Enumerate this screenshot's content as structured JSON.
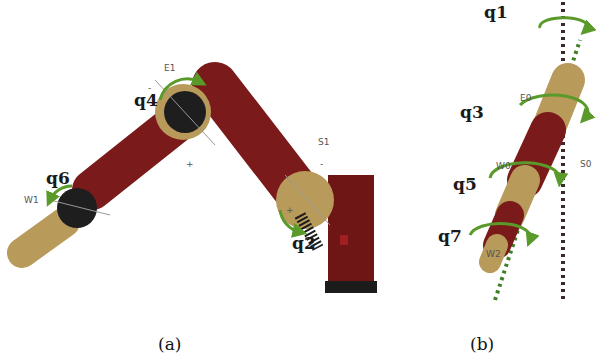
{
  "diagram": {
    "labels": [
      "E1",
      "q4",
      "-",
      "+",
      "q6",
      "W1",
      "S1",
      "-",
      "+",
      "q2",
      "q1",
      "E0",
      "q3",
      "W0",
      "S0",
      "q5",
      "q7",
      "W2",
      "(a)",
      "(b)"
    ]
  }
}
